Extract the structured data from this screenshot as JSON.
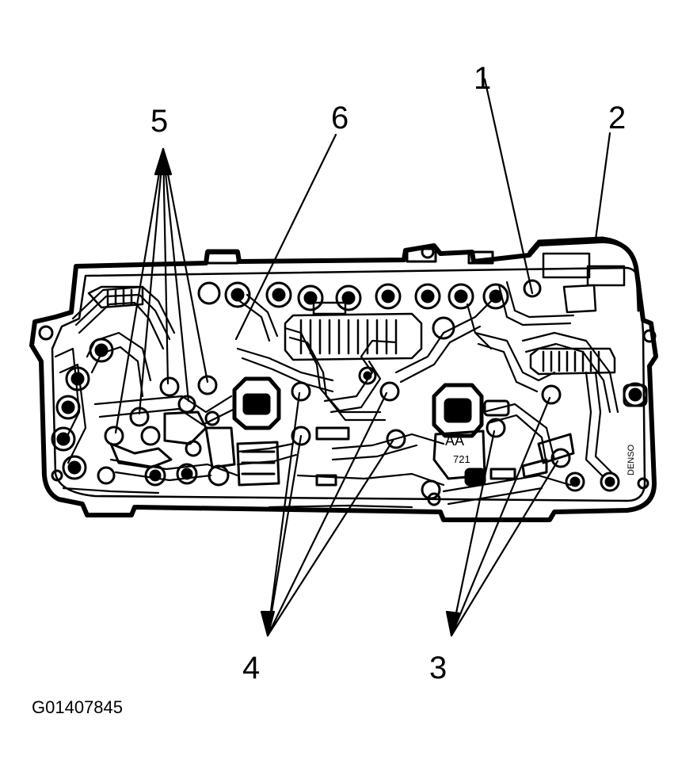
{
  "callouts": [
    "1",
    "2",
    "3",
    "4",
    "5",
    "6"
  ],
  "figure_id": "G01407845",
  "board_markings": {
    "code1": "AA",
    "code2": "721",
    "maker": "DENSO"
  }
}
